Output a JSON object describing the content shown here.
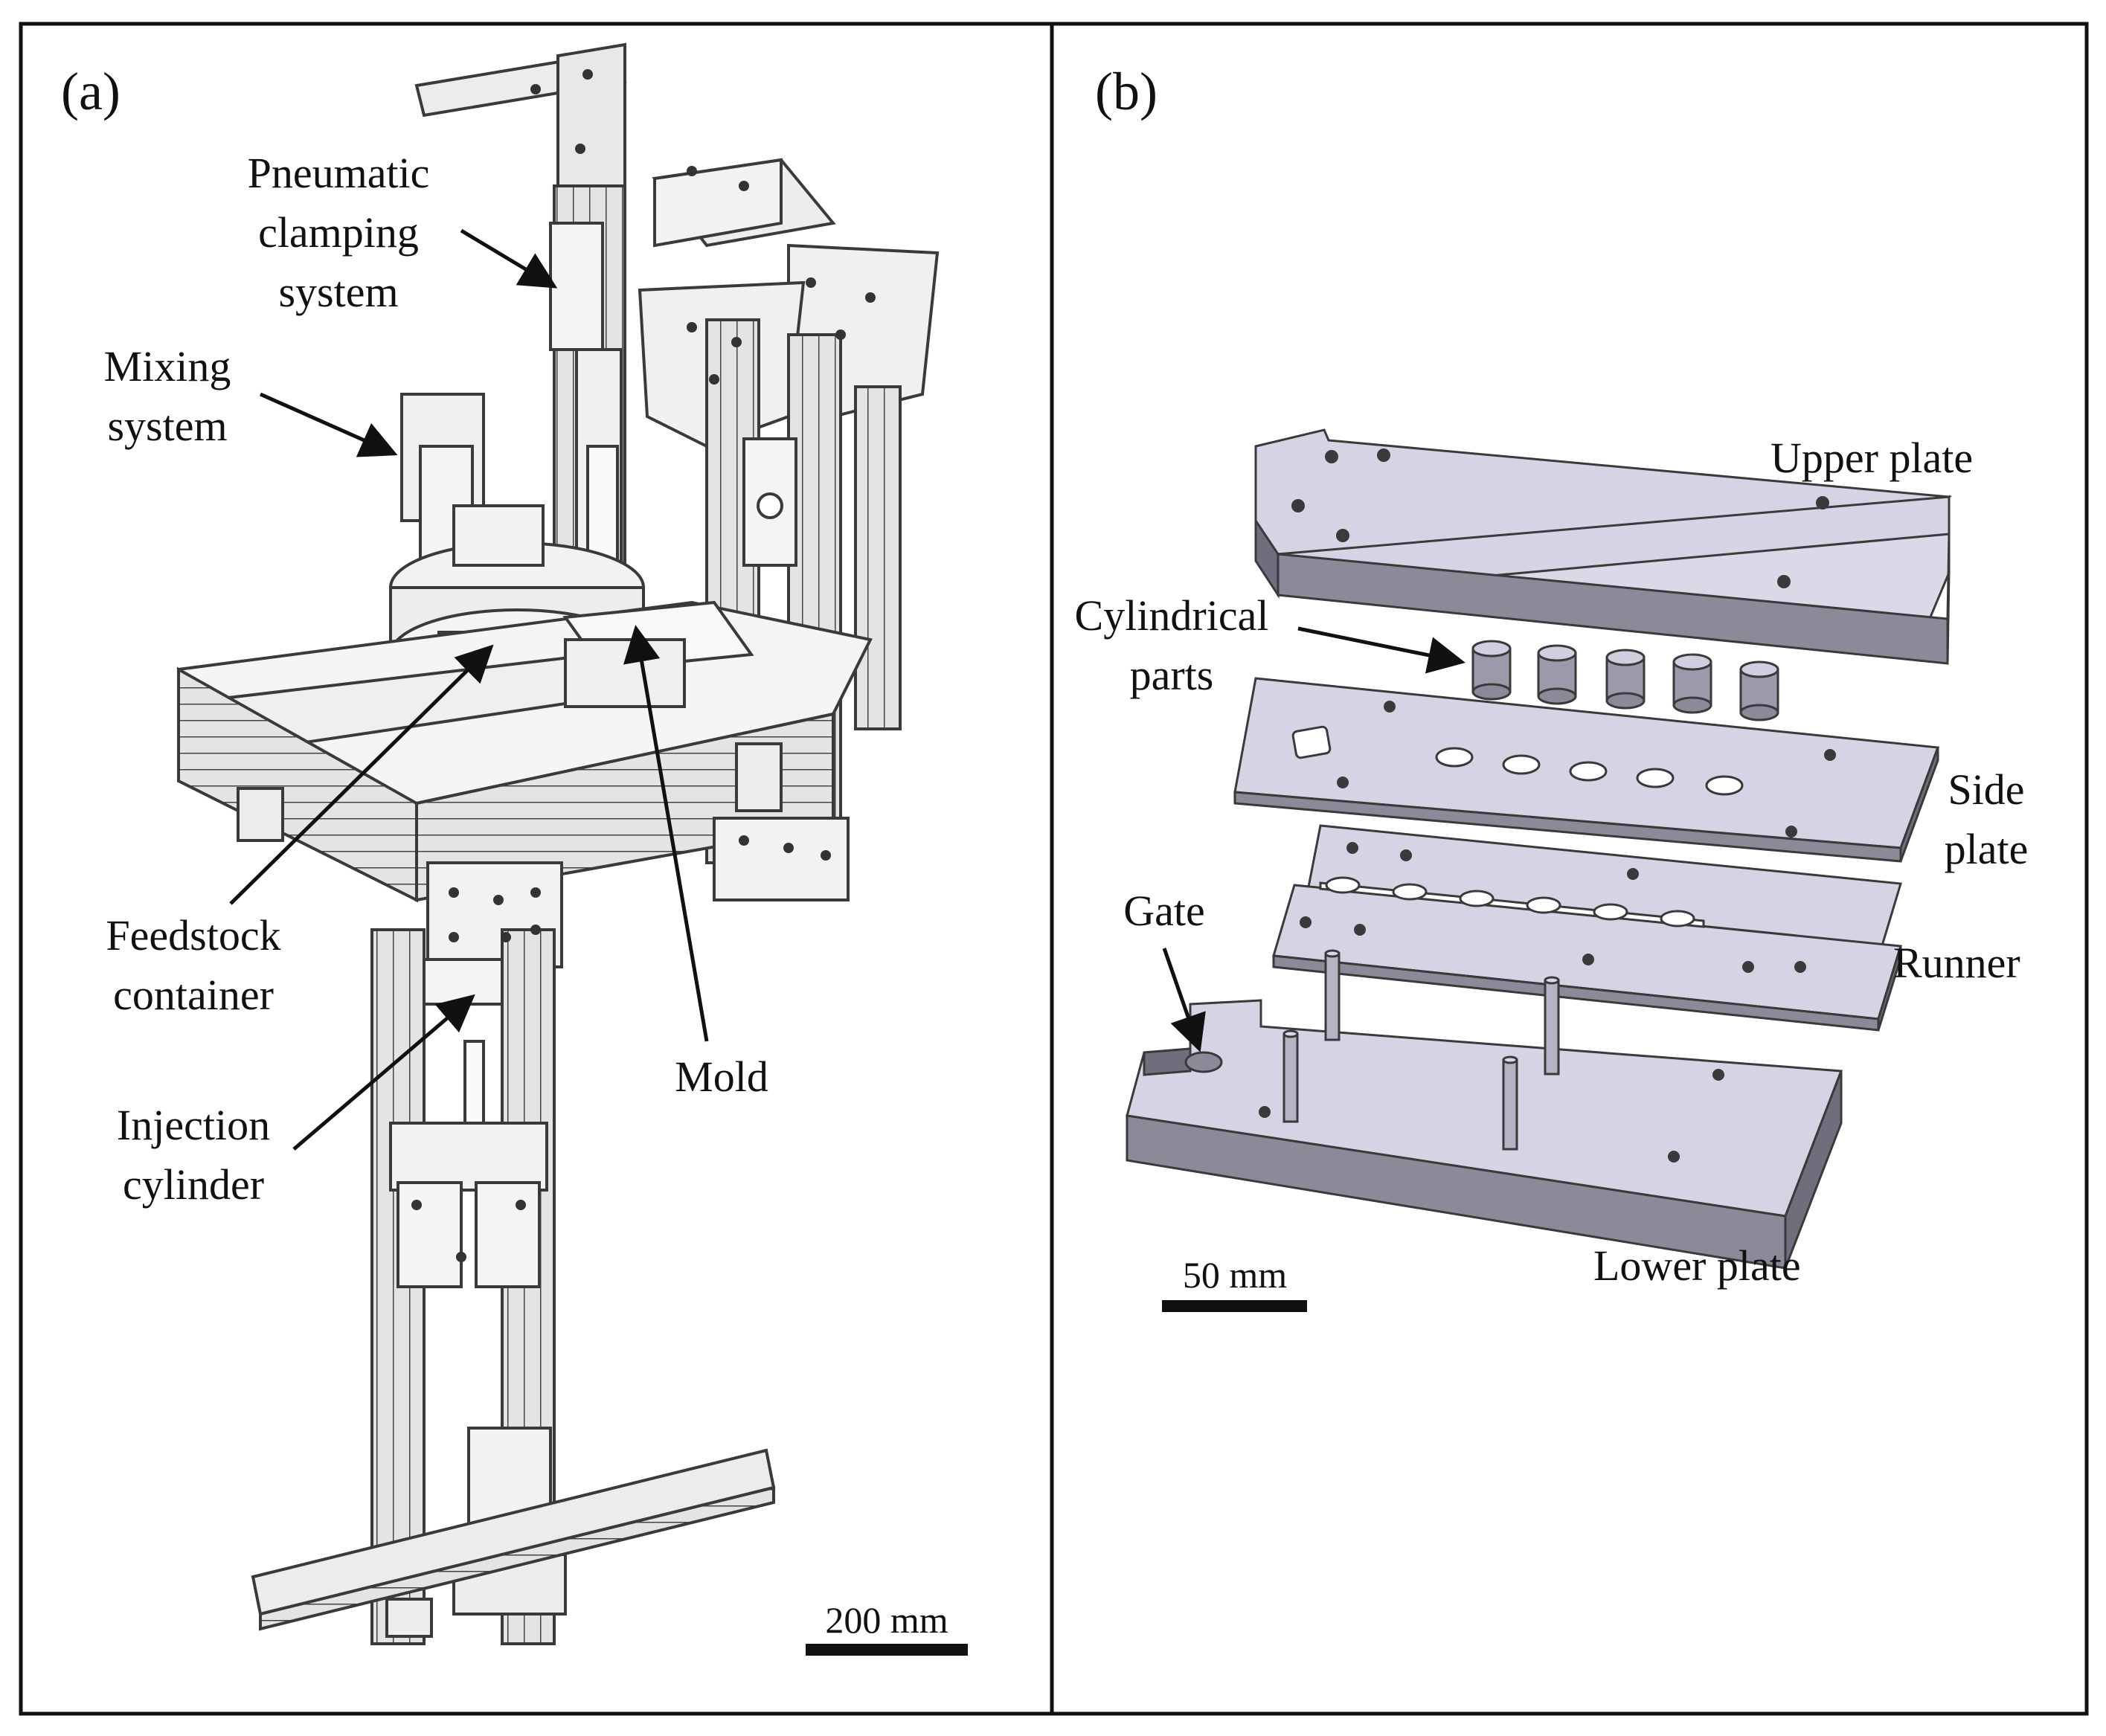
{
  "panels": {
    "a": {
      "tag": "(a)",
      "labels": {
        "pneumatic_1": "Pneumatic",
        "pneumatic_2": "clamping",
        "pneumatic_3": "system",
        "mixing_1": "Mixing",
        "mixing_2": "system",
        "feedstock_1": "Feedstock",
        "feedstock_2": "container",
        "injection_1": "Injection",
        "injection_2": "cylinder",
        "mold": "Mold"
      },
      "scale_bar": "200 mm"
    },
    "b": {
      "tag": "(b)",
      "labels": {
        "upper_plate": "Upper plate",
        "cylindrical_1": "Cylindrical",
        "cylindrical_2": "parts",
        "side_1": "Side",
        "side_2": "plate",
        "gate": "Gate",
        "runner": "Runner",
        "lower_plate": "Lower plate"
      },
      "scale_bar": "50 mm"
    }
  },
  "colors": {
    "frame": "#111111",
    "plate_top": "#d4d4e4",
    "plate_side": "#8a8a98",
    "plate_front": "#6e6e7c",
    "machine_line": "#3a3a3a",
    "machine_fill": "#e6e6e6"
  }
}
